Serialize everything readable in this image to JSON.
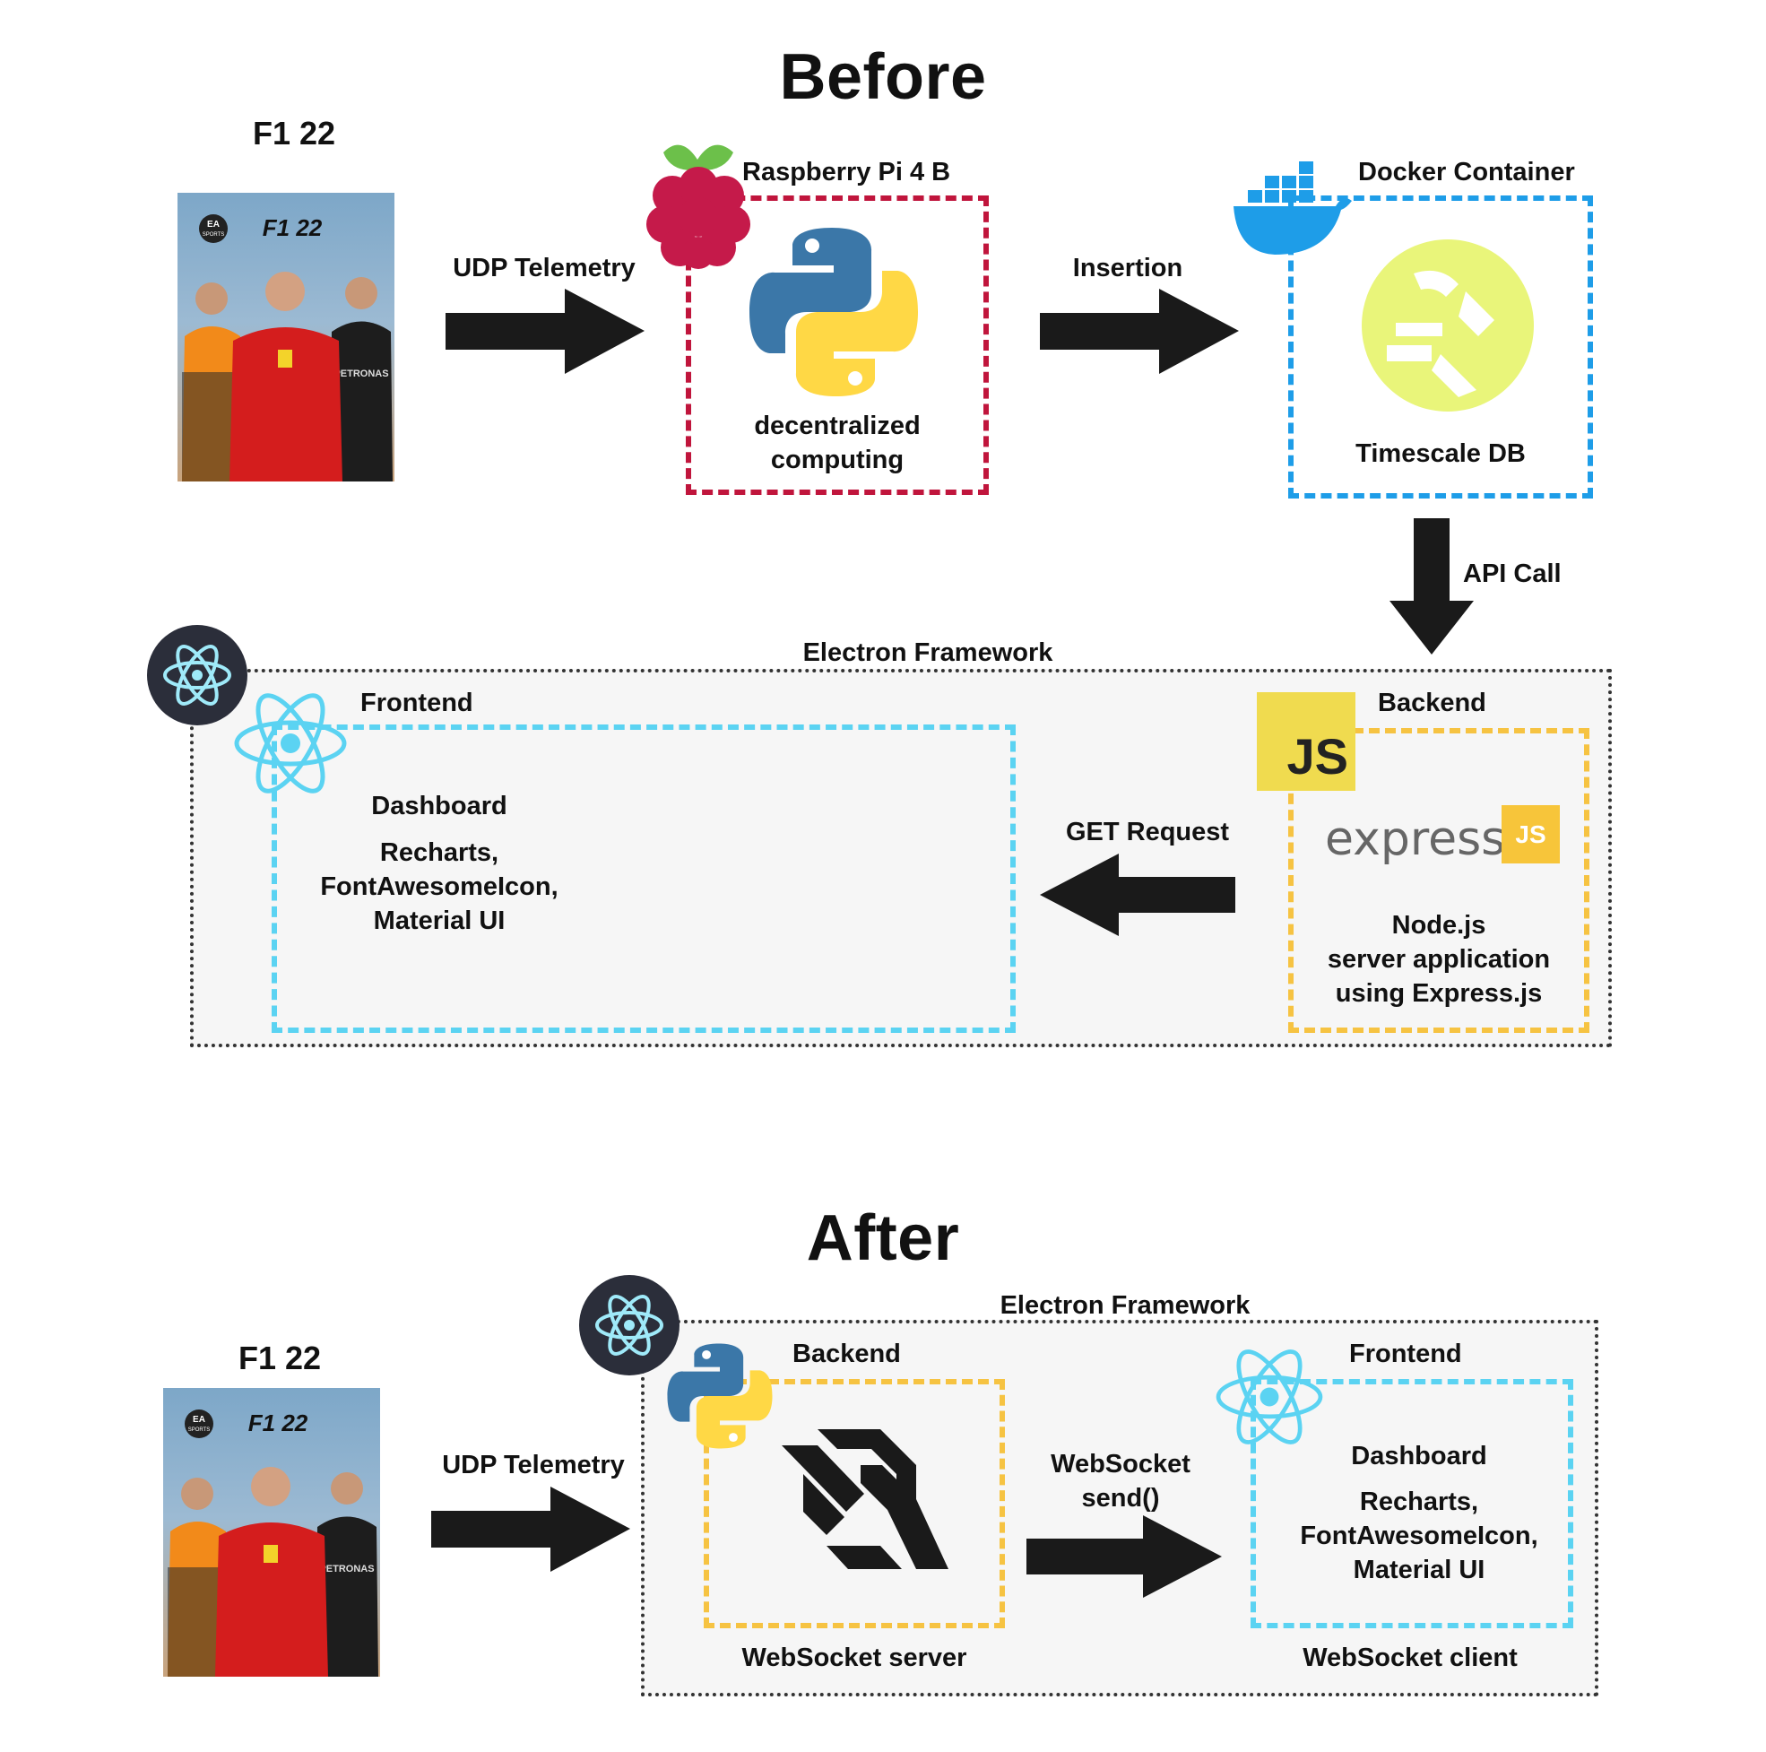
{
  "before": {
    "title": "Before",
    "game_title": "F1 22",
    "udp_label": "UDP Telemetry",
    "pi": {
      "title": "Raspberry Pi 4 B",
      "caption_line1": "decentralized",
      "caption_line2": "computing"
    },
    "insertion_label": "Insertion",
    "docker": {
      "title": "Docker Container",
      "caption": "Timescale DB"
    },
    "api_label": "API Call",
    "electron_title": "Electron Framework",
    "frontend": {
      "title": "Frontend",
      "heading": "Dashboard",
      "line1": "Recharts,",
      "line2": "FontAwesomeIcon,",
      "line3": "Material UI"
    },
    "get_label": "GET Request",
    "backend": {
      "title": "Backend",
      "js_text": "JS",
      "express_text": "express",
      "express_badge": "JS",
      "line1": "Node.js",
      "line2": "server application",
      "line3": "using Express.js"
    }
  },
  "after": {
    "title": "After",
    "game_title": "F1 22",
    "udp_label": "UDP Telemetry",
    "electron_title": "Electron Framework",
    "backend": {
      "title": "Backend",
      "caption": "WebSocket server"
    },
    "ws_label_line1": "WebSocket",
    "ws_label_line2": "send()",
    "frontend": {
      "title": "Frontend",
      "heading": "Dashboard",
      "line1": "Recharts,",
      "line2": "FontAwesomeIcon,",
      "line3": "Material UI",
      "caption": "WebSocket client"
    }
  },
  "cover_text": {
    "ea_text": "EA",
    "ea_sub": "SPORTS",
    "logo_text": "F1 22",
    "petronas": "PETRONAS"
  },
  "colors": {
    "red": "#c0153c",
    "docker_blue": "#1e9de8",
    "react_cyan": "#5bd3f2",
    "js_yellow": "#f6c342",
    "timescale": "#e9f57a"
  },
  "icons": [
    "raspberry-pi-icon",
    "python-icon",
    "docker-icon",
    "timescale-icon",
    "electron-icon",
    "react-icon",
    "js-icon",
    "express-icon",
    "websocket-icon",
    "arrow-icon"
  ]
}
